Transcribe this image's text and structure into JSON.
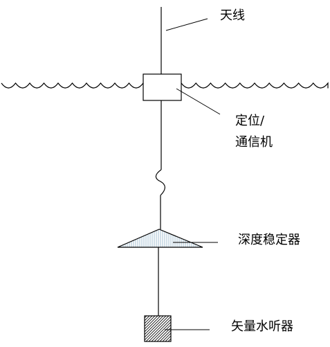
{
  "labels": {
    "antenna": "天线",
    "comm_line1": "定位/",
    "comm_line2": "通信机",
    "stabilizer": "深度稳定器",
    "hydrophone": "矢量水听器"
  },
  "colors": {
    "line": "#000000",
    "stabilizer_hatch": "#8fb3c8",
    "hydrophone_hatch": "#000000",
    "background": "#ffffff"
  }
}
